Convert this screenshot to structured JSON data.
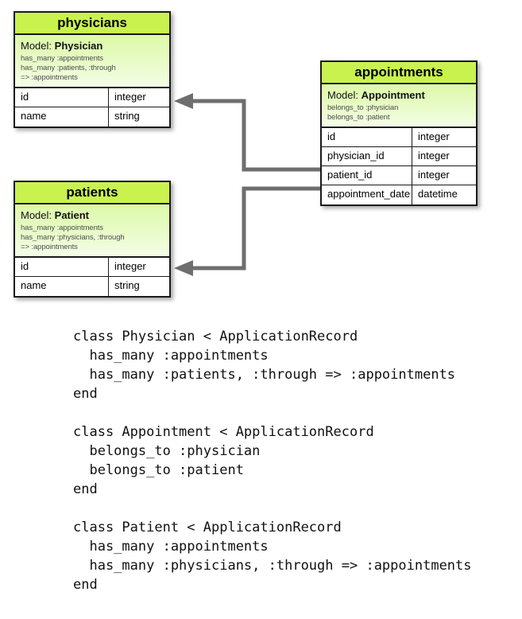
{
  "diagram": {
    "type": "entity-relationship-diagram",
    "theme": {
      "header_fill": "#c9f24f",
      "body_gradient_top": "#ddf9a8",
      "body_gradient_bottom": "#f4fde8",
      "border": "#1a1a1a",
      "connector": "#6e6e6e",
      "code_text": "#111111",
      "assoc_text": "#4d4d4d"
    },
    "entities": [
      {
        "table": "physicians",
        "model_label": "Model:",
        "model_name": "Physician",
        "associations": [
          "has_many :appointments",
          "has_many :patients, :through",
          "=> :appointments"
        ],
        "columns": [
          {
            "name": "id",
            "type": "integer"
          },
          {
            "name": "name",
            "type": "string"
          }
        ]
      },
      {
        "table": "patients",
        "model_label": "Model:",
        "model_name": "Patient",
        "associations": [
          "has_many :appointments",
          "has_many :physicians, :through",
          "=> :appointments"
        ],
        "columns": [
          {
            "name": "id",
            "type": "integer"
          },
          {
            "name": "name",
            "type": "string"
          }
        ]
      },
      {
        "table": "appointments",
        "model_label": "Model:",
        "model_name": "Appointment",
        "associations": [
          "belongs_to :physician",
          "belongs_to :patient"
        ],
        "columns": [
          {
            "name": "id",
            "type": "integer"
          },
          {
            "name": "physician_id",
            "type": "integer"
          },
          {
            "name": "patient_id",
            "type": "integer"
          },
          {
            "name": "appointment_date",
            "type": "datetime"
          }
        ]
      }
    ],
    "relationships": [
      {
        "name": "appointments-physician-fk",
        "from_table": "appointments",
        "from_column": "physician_id",
        "to_table": "physicians",
        "arrow": "left"
      },
      {
        "name": "appointments-patient-fk",
        "from_table": "appointments",
        "from_column": "patient_id",
        "to_table": "patients",
        "arrow": "left"
      }
    ]
  },
  "code": {
    "physician_class": [
      "class Physician < ApplicationRecord",
      "  has_many :appointments",
      "  has_many :patients, :through => :appointments",
      "end"
    ],
    "appointment_class": [
      "class Appointment < ApplicationRecord",
      "  belongs_to :physician",
      "  belongs_to :patient",
      "end"
    ],
    "patient_class": [
      "class Patient < ApplicationRecord",
      "  has_many :appointments",
      "  has_many :physicians, :through => :appointments",
      "end"
    ]
  }
}
